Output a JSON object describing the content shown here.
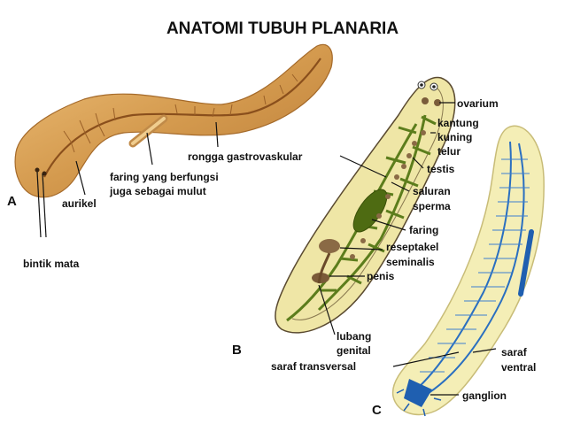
{
  "title": "ANATOMI TUBUH PLANARIA",
  "panels": {
    "a": "A",
    "b": "B",
    "c": "C"
  },
  "labels": {
    "bintik_mata": "bintik mata",
    "aurikel": "aurikel",
    "faring_mulut_1": "faring yang berfungsi",
    "faring_mulut_2": "juga sebagai mulut",
    "rongga": "rongga gastrovaskular",
    "ovarium": "ovarium",
    "kantung_1": "kantung",
    "kantung_2": "kuning",
    "kantung_3": "telur",
    "testis": "testis",
    "saluran_1": "saluran",
    "saluran_2": "sperma",
    "faring": "faring",
    "reseptakel_1": "reseptakel",
    "reseptakel_2": "seminalis",
    "penis": "penis",
    "lubang_1": "lubang",
    "lubang_2": "genital",
    "saraf_transversal": "saraf transversal",
    "saraf_ventral_1": "saraf",
    "saraf_ventral_2": "ventral",
    "ganglion": "ganglion"
  },
  "colors": {
    "body_a": "#d9a55a",
    "body_b": "#efe6a6",
    "gut_b": "#5c7d1c",
    "organs_b": "#8a6a45",
    "body_c": "#f4eeb6",
    "nerve_c": "#2a6fc0"
  }
}
